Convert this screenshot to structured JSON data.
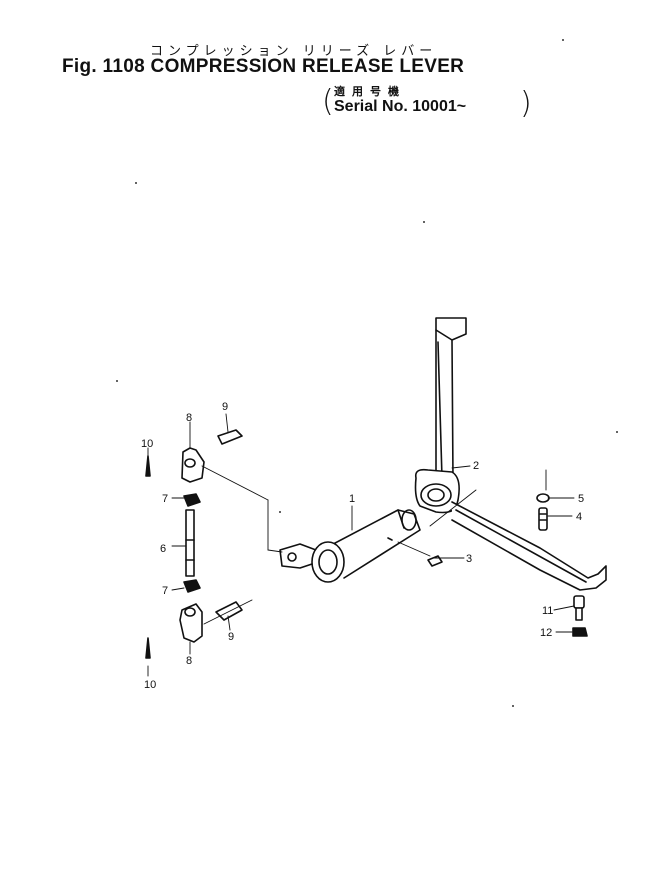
{
  "header": {
    "title_jp": "コンプレッション リリーズ レバー",
    "title": "Fig. 1108 COMPRESSION RELEASE LEVER",
    "serial_jp": "適用号機",
    "serial": "Serial No. 10001~",
    "paren_open": "(",
    "paren_close": ")"
  },
  "callouts": {
    "c1": "1",
    "c2": "2",
    "c3": "3",
    "c4": "4",
    "c5": "5",
    "c6": "6",
    "c7a": "7",
    "c7b": "7",
    "c8a": "8",
    "c8b": "8",
    "c9a": "9",
    "c9b": "9",
    "c10a": "10",
    "c10b": "10",
    "c11": "11",
    "c12": "12"
  }
}
